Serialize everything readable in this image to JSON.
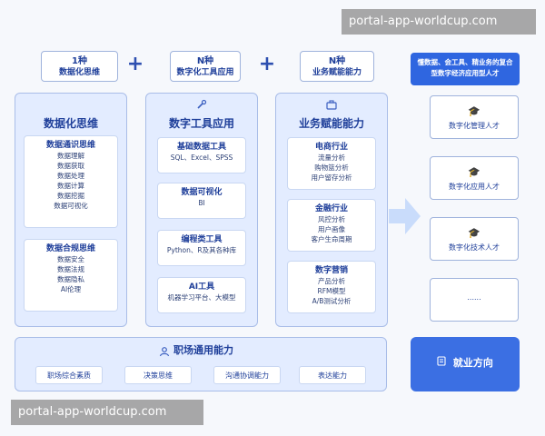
{
  "watermark": "portal-app-worldcup.com",
  "top": {
    "box1": {
      "count": "1种",
      "label": "数据化思维"
    },
    "box2": {
      "count": "N种",
      "label": "数字化工具应用"
    },
    "box3": {
      "count": "N种",
      "label": "业务赋能能力"
    },
    "plus": "+"
  },
  "col1": {
    "title": "数据化思维",
    "card1": {
      "title": "数据通识思维",
      "lines": [
        "数据理解",
        "数据获取",
        "数据处理",
        "数据计算",
        "数据挖掘",
        "数据可视化"
      ]
    },
    "card2": {
      "title": "数据合规思维",
      "lines": [
        "数据安全",
        "数据法规",
        "数据隐私",
        "AI伦理"
      ]
    }
  },
  "col2": {
    "title": "数字工具应用",
    "cards": [
      {
        "title": "基础数据工具",
        "line": "SQL、Excel、SPSS"
      },
      {
        "title": "数据可视化",
        "line": "BI"
      },
      {
        "title": "编程类工具",
        "line": "Python、R及其各种库"
      },
      {
        "title": "AI工具",
        "line": "机器学习平台、大模型"
      }
    ]
  },
  "col3": {
    "title": "业务赋能能力",
    "cards": [
      {
        "title": "电商行业",
        "lines": [
          "流量分析",
          "购物篮分析",
          "用户留存分析"
        ]
      },
      {
        "title": "金融行业",
        "lines": [
          "风控分析",
          "用户画像",
          "客户生命周期"
        ]
      },
      {
        "title": "数字营销",
        "lines": [
          "产品分析",
          "RFM模型",
          "A/B测试分析"
        ]
      }
    ]
  },
  "right": {
    "header": "懂数据、会工具、精业务的复合型数字经济应用型人才",
    "cards": [
      "数字化管理人才",
      "数字化应用人才",
      "数字化技术人才",
      "......"
    ],
    "cap_glyph": "🎓"
  },
  "bottom": {
    "title": "职场通用能力",
    "pills": [
      "职场综合素质",
      "决策思维",
      "沟通协调能力",
      "表达能力"
    ]
  },
  "job": {
    "label": "就业方向"
  }
}
